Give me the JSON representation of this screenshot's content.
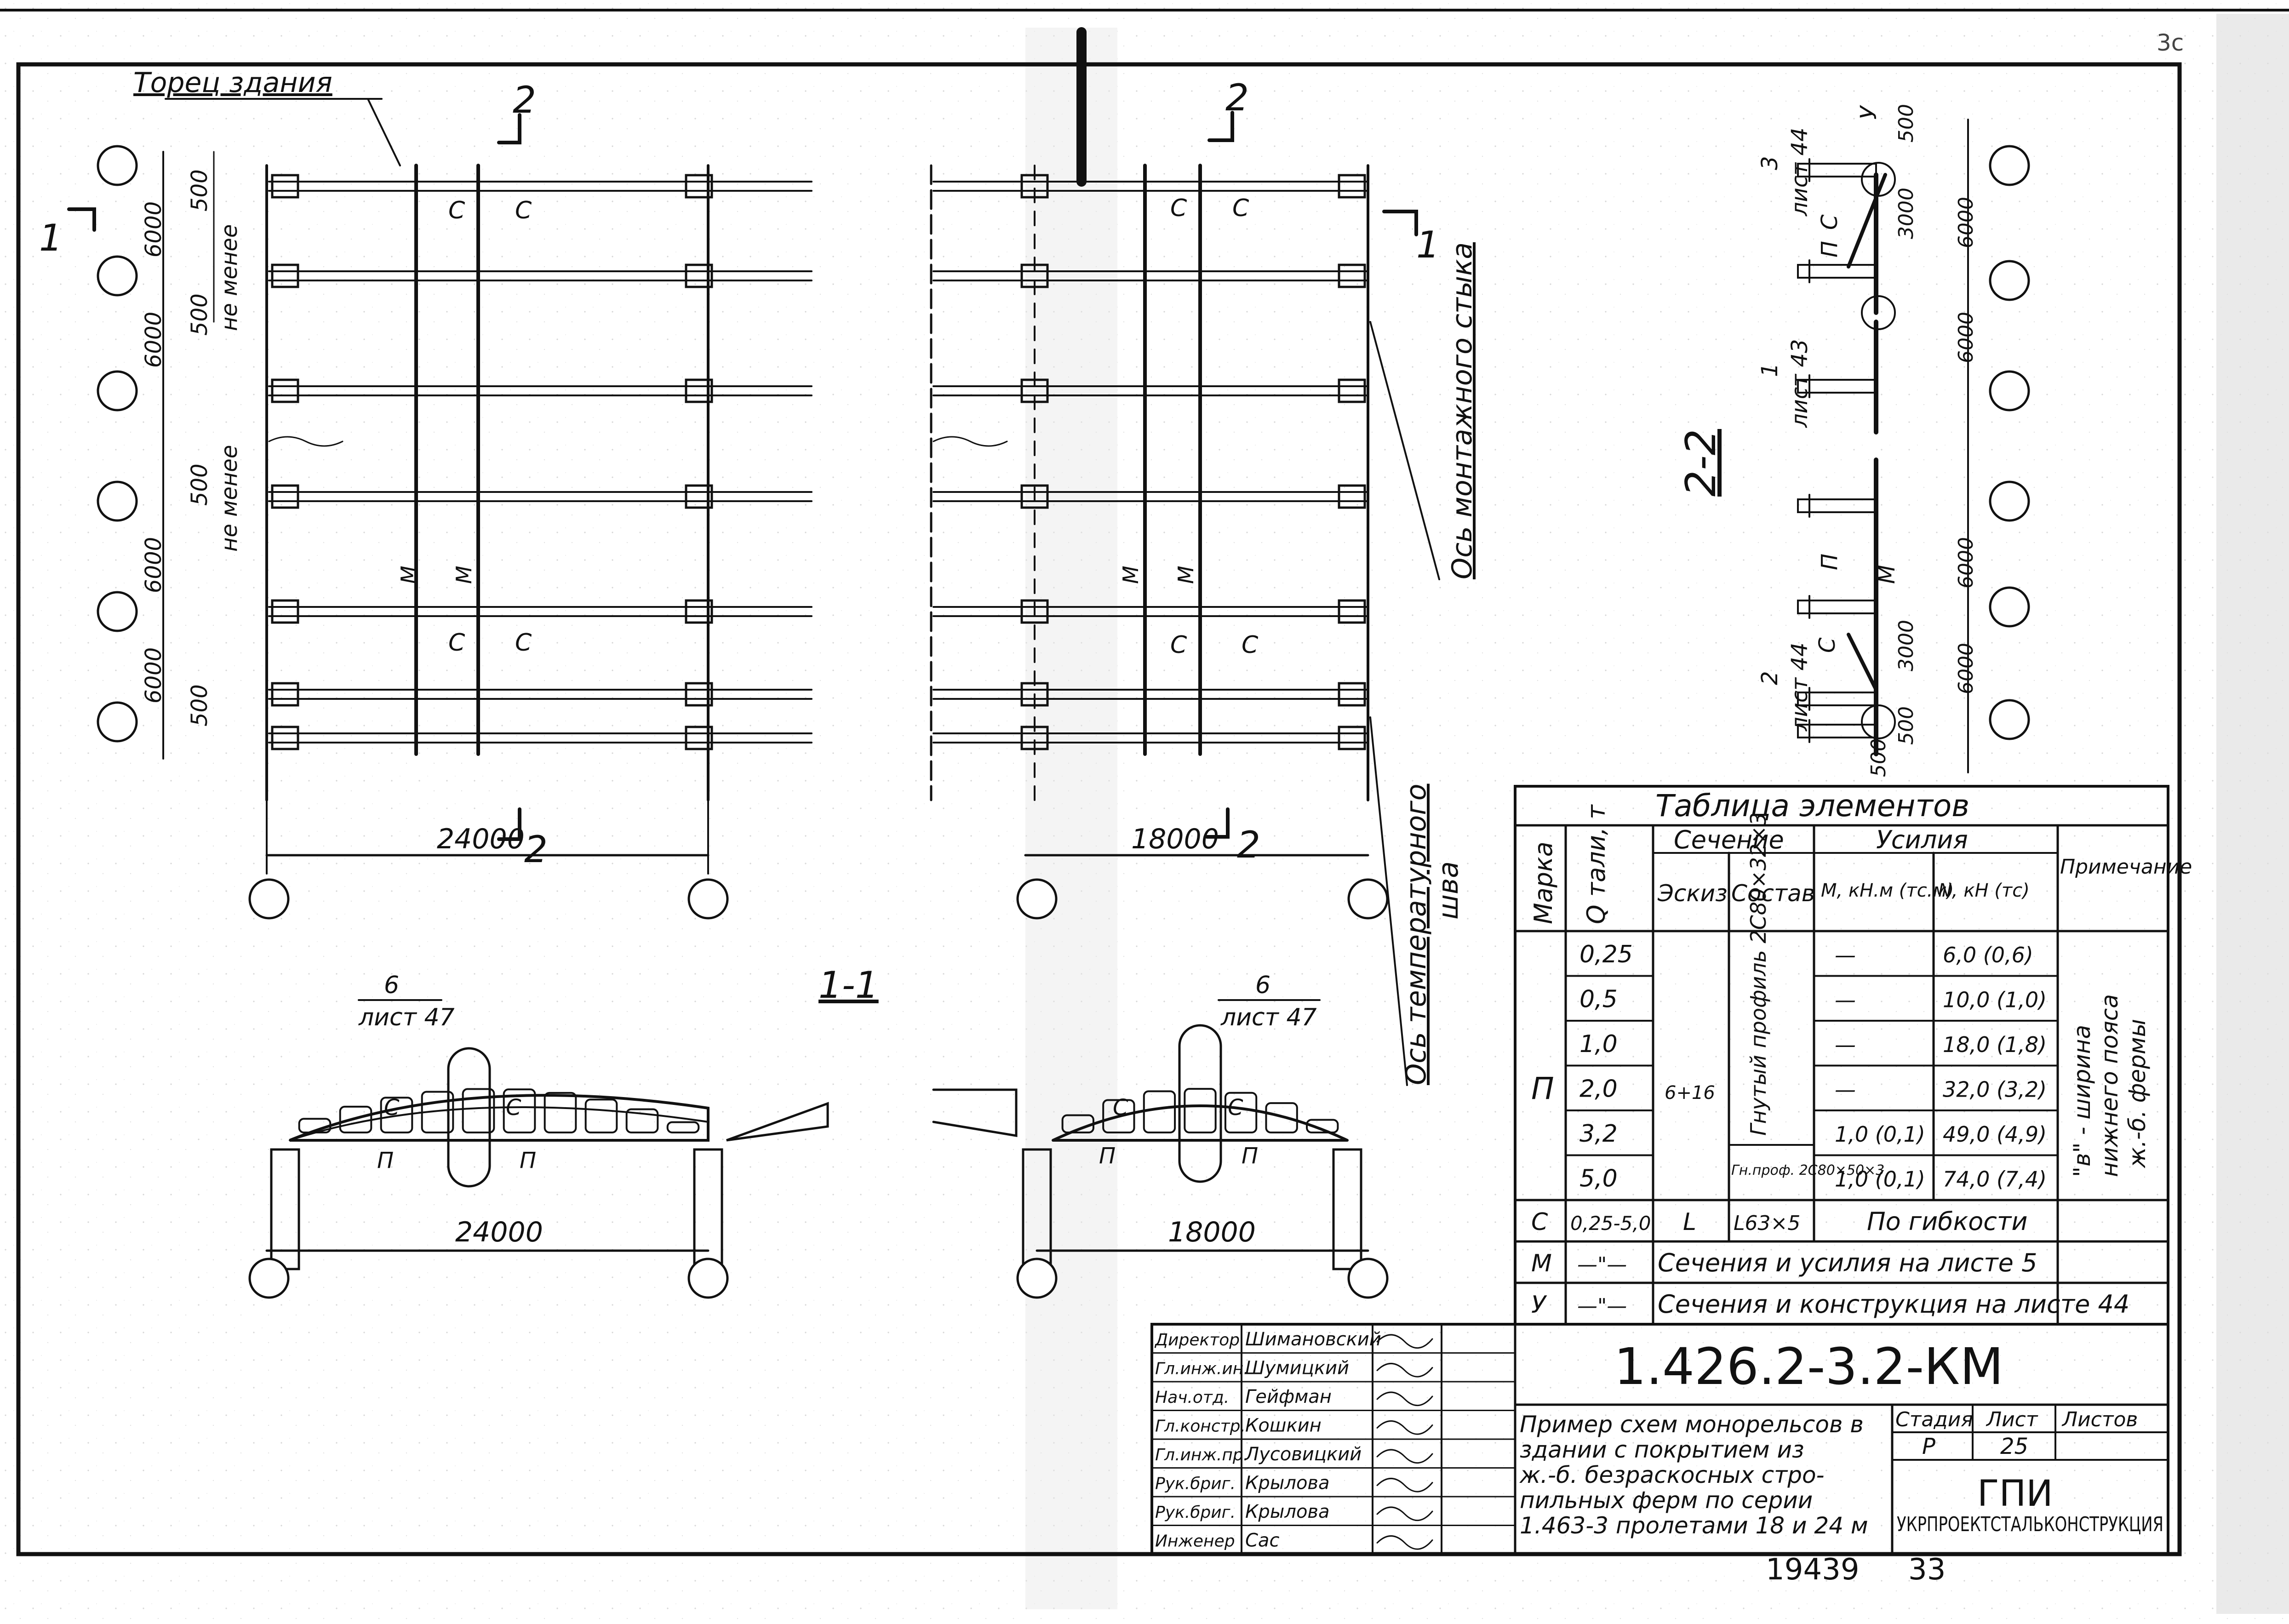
{
  "plan_left": {
    "label_end": "Торец здания",
    "section_2": "2",
    "section_1": "1",
    "dims_v_upper": [
      "6000",
      "6000",
      "500",
      "500"
    ],
    "dims_v_lower": [
      "6000",
      "6000",
      "500",
      "500"
    ],
    "not_less_1": "не менее",
    "not_less_2": "не менее",
    "elem_c": "C",
    "elem_m": "M",
    "span": "24000"
  },
  "plan_right": {
    "section_2": "2",
    "section_1": "1",
    "elem_c": "C",
    "elem_m": "M",
    "span": "18000",
    "axis_joint": "Ось монтажного стыка",
    "axis_temp_1": "Ось температурного",
    "axis_temp_2": "шва"
  },
  "section_11": {
    "title": "1-1",
    "ref_left_num": "6",
    "ref_left_sheet": "лист 47",
    "ref_right_num": "6",
    "ref_right_sheet": "лист 47",
    "elem_c": "C",
    "elem_p": "П",
    "span_left": "24000",
    "span_right": "18000"
  },
  "section_22": {
    "title": "2-2",
    "ref_top_num": "3",
    "ref_top_sheet": "лист 44",
    "ref_mid_num": "1",
    "ref_mid_sheet": "лист 43",
    "ref_bot_num": "2",
    "ref_bot_sheet": "лист 44",
    "elem_u": "У",
    "elem_c": "C",
    "elem_p": "П",
    "elem_m": "M",
    "dims": [
      "500",
      "3000",
      "6000",
      "6000",
      "6000",
      "3000",
      "6000",
      "500",
      "500"
    ]
  },
  "table": {
    "title": "Таблица элементов",
    "headers": {
      "mark": "Марка",
      "q": "Q тали, т",
      "section": "Сечение",
      "sketch": "Эскиз",
      "composition": "Состав",
      "forces": "Усилия",
      "m": "M, кН.м (тс.м)",
      "n": "N, кН (тс)",
      "note": "Примечание"
    },
    "mark_p": "П",
    "q_values": [
      "0,25",
      "0,5",
      "1,0",
      "2,0",
      "3,2",
      "5,0"
    ],
    "m_values": [
      "—",
      "—",
      "—",
      "—",
      "1,0 (0,1)",
      "1,0 (0,1)"
    ],
    "n_values": [
      "6,0 (0,6)",
      "10,0 (1,0)",
      "18,0 (1,8)",
      "32,0 (3,2)",
      "49,0 (4,9)",
      "74,0 (7,4)"
    ],
    "sketch_p": "6+16",
    "comp_p1": "Гнутый профиль 2С80×32×3",
    "comp_p2": "Гн.проф. 2С80×50×3",
    "note_1": "\"в\" - ширина",
    "note_2": "нижнего пояса",
    "note_3": "ж.-б. фермы",
    "row_c": {
      "mark": "C",
      "q": "0,25-5,0",
      "sketch": "L",
      "comp": "L63×5",
      "text": "По гибкости"
    },
    "row_m": {
      "mark": "M",
      "q": "—\"—",
      "text": "Сечения и усилия на листе 5"
    },
    "row_u": {
      "mark": "У",
      "q": "—\"—",
      "text": "Сечения и конструкция на листе 44"
    }
  },
  "title_block": {
    "code": "1.426.2-3.2-КМ",
    "roles": [
      "Директор",
      "Гл.инж.ин.",
      "Нач.отд.",
      "Гл.констр.",
      "Гл.инж.пр.",
      "Рук.бриг.",
      "Рук.бриг.",
      "Инженер"
    ],
    "names": [
      "Шимановский",
      "Шумицкий",
      "Гейфман",
      "Кошкин",
      "Лусовицкий",
      "Крылова",
      "Крылова",
      "Сас"
    ],
    "description": [
      "Пример схем монорельсов в",
      "здании с покрытием из",
      "ж.-б. безраскосных стро-",
      "пильных ферм по серии",
      "1.463-3 пролетами 18 и 24 м"
    ],
    "stage_label": "Стадия",
    "sheet_label": "Лист",
    "sheets_label": "Листов",
    "stage": "Р",
    "sheet": "25",
    "org_abbr": "ГПИ",
    "org": "УКРПРОЕКТСТАЛЬКОНСТРУКЦИЯ"
  },
  "stamp": {
    "archive": "19439",
    "page": "33",
    "corner": "3с"
  }
}
